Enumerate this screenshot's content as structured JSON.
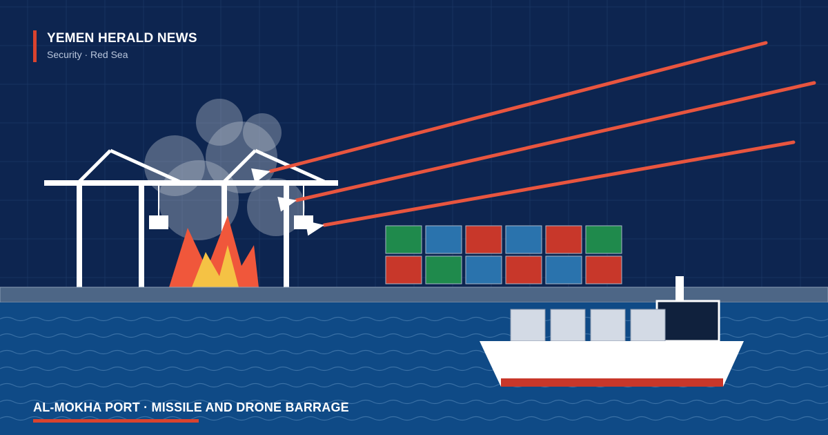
{
  "outlet": {
    "name": "YEMEN HERALD NEWS",
    "section": "Security · Red Sea"
  },
  "headline": "AL-MOKHA PORT · MISSILE AND DRONE BARRAGE",
  "colors": {
    "sky": "#0d2550",
    "grid": "#1f3b6a",
    "sea": "#0f4a86",
    "quay": "#4d6686",
    "accent": "#d9432f",
    "missile": "#e8553f",
    "smoke": "#c9cdd6",
    "fire_outer": "#f0573b",
    "fire_inner": "#f5c244",
    "container_green": "#1f8a4c",
    "container_blue": "#2a73ad",
    "container_red": "#c8372a",
    "ship_hull": "#ffffff",
    "ship_stripe": "#c8372a",
    "ship_deck_box": "#d3dae5",
    "ship_bridge": "#10213d"
  },
  "illustration": {
    "cranes": 2,
    "missiles_incoming": 3,
    "container_stack": [
      [
        "green",
        "blue",
        "red",
        "blue",
        "red",
        "green"
      ],
      [
        "red",
        "green",
        "blue",
        "red",
        "blue",
        "red"
      ]
    ],
    "ship_deck_containers": 4
  }
}
